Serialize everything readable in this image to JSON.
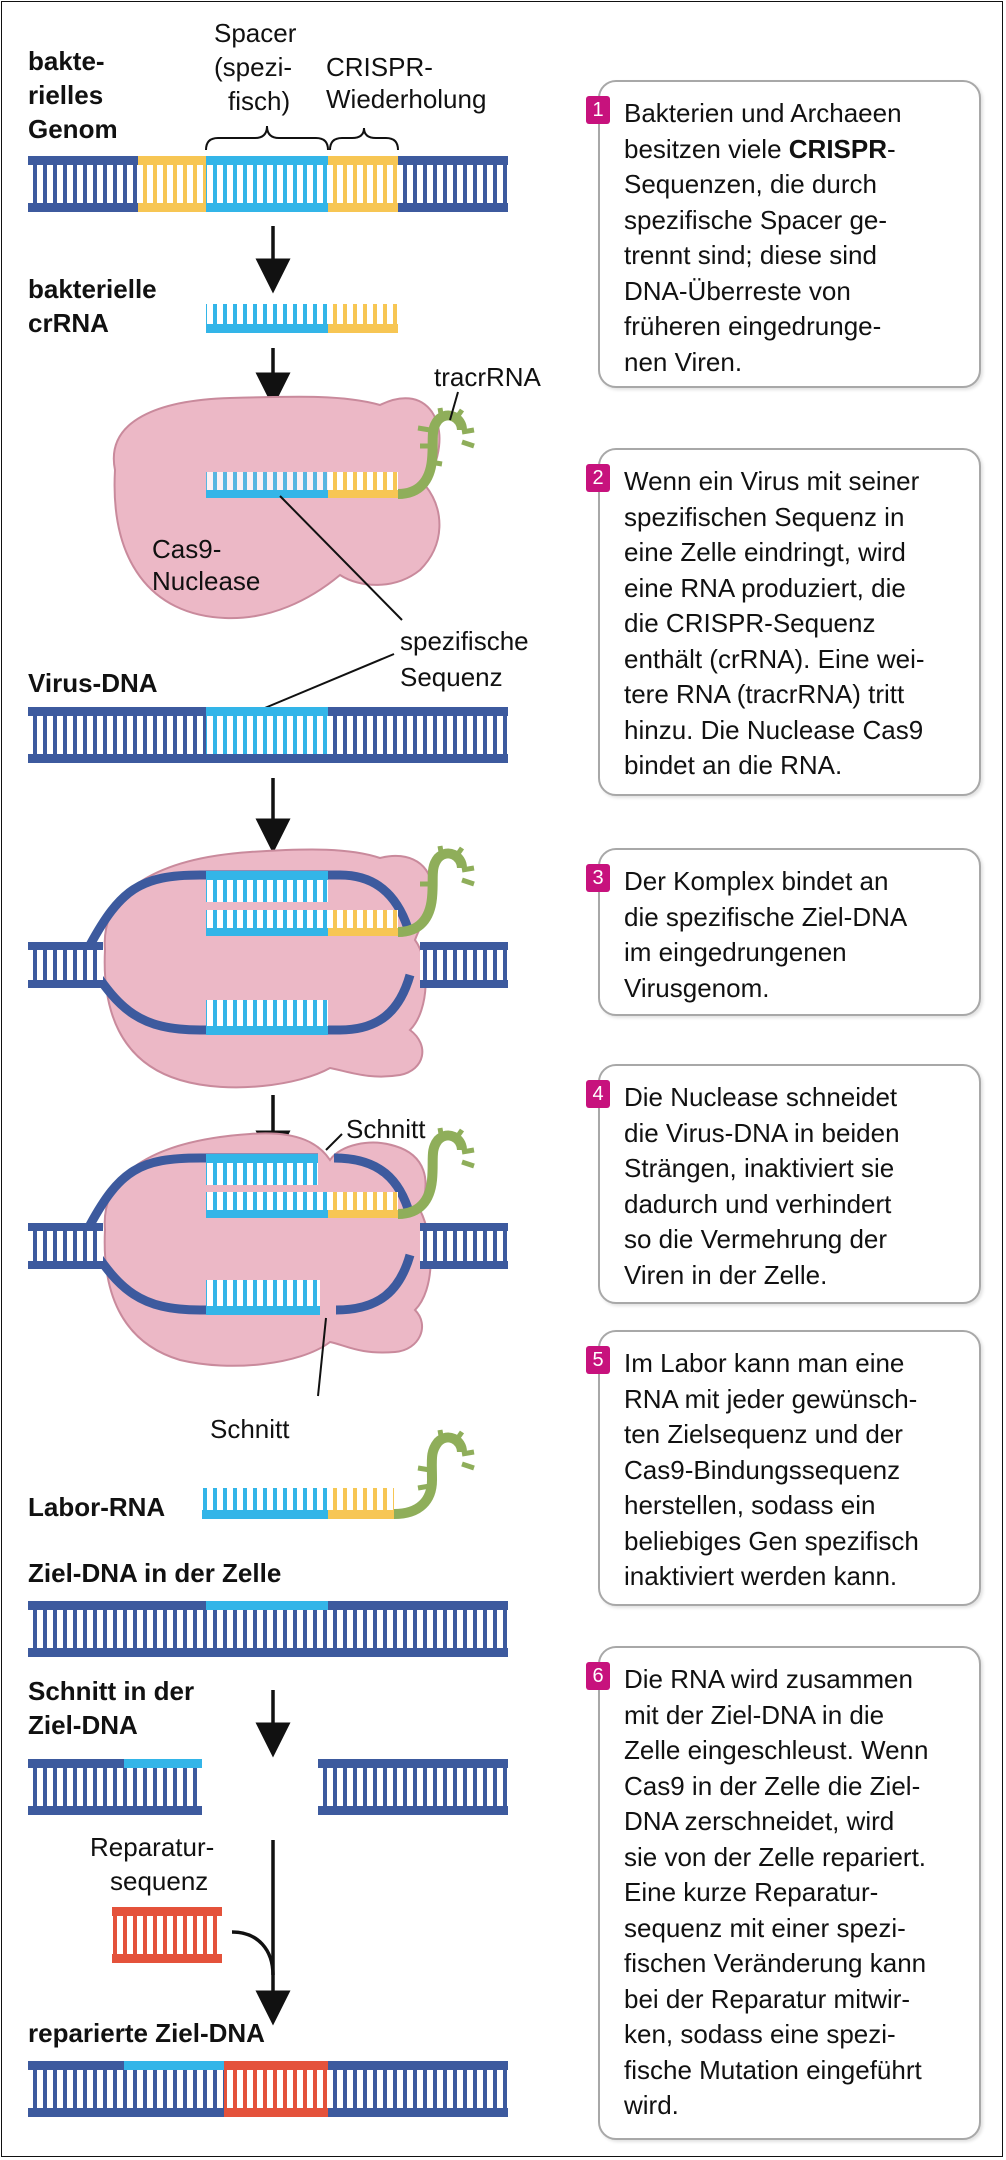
{
  "labels": {
    "genome": [
      "bakte-",
      "rielles",
      "Genom"
    ],
    "spacer": [
      "Spacer",
      "(spezi-",
      "fisch)"
    ],
    "crispr_repeat": [
      "CRISPR-",
      "Wiederholung"
    ],
    "crrna": [
      "bakterielle",
      "crRNA"
    ],
    "tracrrna": "tracrRNA",
    "cas9": [
      "Cas9-",
      "Nuclease"
    ],
    "specific_seq": [
      "spezifische",
      "Sequenz"
    ],
    "virus_dna": "Virus-DNA",
    "cut_top": "Schnitt",
    "cut_bottom": "Schnitt",
    "lab_rna": "Labor-RNA",
    "target_dna": "Ziel-DNA in der Zelle",
    "cut_target": [
      "Schnitt in der",
      "Ziel-DNA"
    ],
    "repair_seq": [
      "Reparatur-",
      "sequenz"
    ],
    "repaired": "reparierte Ziel-DNA"
  },
  "steps": [
    {
      "num": "1",
      "lines": [
        "Bakterien und Archaeen",
        "besitzen viele **CRISPR**-",
        "Sequenzen, die durch",
        "spezifische Spacer ge-",
        "trennt sind; diese sind",
        "DNA-Überreste von",
        "früheren eingedrunge-",
        "nen Viren."
      ]
    },
    {
      "num": "2",
      "lines": [
        "Wenn ein Virus mit seiner",
        "spezifischen Sequenz in",
        "eine Zelle eindringt, wird",
        "eine RNA produziert, die",
        "die CRISPR-Sequenz",
        "enthält (crRNA). Eine wei-",
        "tere RNA (tracrRNA) tritt",
        "hinzu. Die Nuclease Cas9",
        "bindet an die RNA."
      ]
    },
    {
      "num": "3",
      "lines": [
        "Der Komplex bindet an",
        "die spezifische Ziel-DNA",
        "im eingedrungenen",
        "Virusgenom."
      ]
    },
    {
      "num": "4",
      "lines": [
        "Die Nuclease schneidet",
        "die Virus-DNA in beiden",
        "Strängen, inaktiviert sie",
        "dadurch und verhindert",
        "so die Vermehrung der",
        "Viren in der Zelle."
      ]
    },
    {
      "num": "5",
      "lines": [
        "Im Labor kann man eine",
        "RNA mit jeder gewünsch-",
        "ten Zielsequenz und der",
        "Cas9-Bindungssequenz",
        "herstellen, sodass ein",
        "beliebiges Gen spezifisch",
        "inaktiviert werden kann."
      ]
    },
    {
      "num": "6",
      "lines": [
        "Die RNA wird zusammen",
        "mit der Ziel-DNA in die",
        "Zelle eingeschleust. Wenn",
        "Cas9 in der Zelle die Ziel-",
        "DNA zerschneidet, wird",
        "sie von der Zelle repariert.",
        "Eine kurze Reparatur-",
        "sequenz mit einer spezi-",
        "fischen Veränderung kann",
        "bei der Reparatur mitwir-",
        "ken, sodass eine spezi-",
        "fische Mutation eingeführt",
        "wird."
      ]
    }
  ],
  "colors": {
    "dna_blue": "#3d5a9e",
    "spacer_cyan": "#33b5e8",
    "repeat_yellow": "#f7c654",
    "tracr_green": "#8fae5a",
    "cas9_pink": "#ecb8c6",
    "repair_red": "#e4523b",
    "badge_magenta": "#c7127d"
  }
}
